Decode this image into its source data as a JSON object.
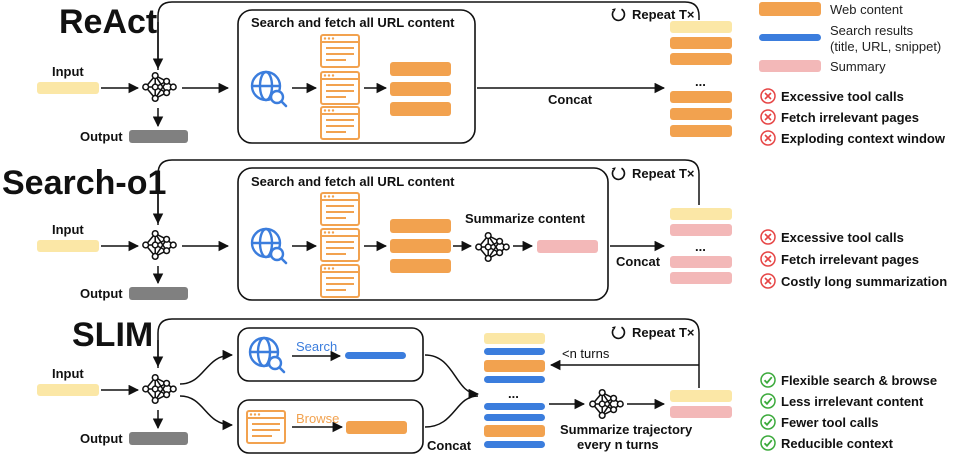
{
  "legend": {
    "web_content": "Web content",
    "search_results_line1": "Search results",
    "search_results_line2": "(title, URL, snippet)",
    "summary": "Summary"
  },
  "colors": {
    "orange": "#F2A24F",
    "blue": "#3B7DDD",
    "pink": "#F3B8B8",
    "yellow": "#FBE7A6",
    "gray": "#808080",
    "red": "#E64545",
    "green": "#3BAA3B"
  },
  "react": {
    "title": "ReAct",
    "input": "Input",
    "output": "Output",
    "box_title": "Search and fetch all URL content",
    "repeat": "Repeat T×",
    "concat": "Concat",
    "ellipsis": "...",
    "issues": [
      "Excessive tool calls",
      "Fetch irrelevant pages",
      "Exploding context window"
    ]
  },
  "search_o1": {
    "title": "Search-o1",
    "input": "Input",
    "output": "Output",
    "box_title": "Search and fetch all URL content",
    "summarize": "Summarize content",
    "repeat": "Repeat T×",
    "concat": "Concat",
    "ellipsis": "...",
    "issues": [
      "Excessive tool calls",
      "Fetch irrelevant pages",
      "Costly long summarization"
    ]
  },
  "slim": {
    "title": "SLIM",
    "input": "Input",
    "output": "Output",
    "search": "Search",
    "browse": "Browse",
    "concat": "Concat",
    "repeat": "Repeat T×",
    "n_turns": "<n turns",
    "ellipsis": "...",
    "summarize_line1": "Summarize trajectory",
    "summarize_line2": "every n turns",
    "benefits": [
      "Flexible search & browse",
      "Less irrelevant content",
      "Fewer tool calls",
      "Reducible context"
    ]
  }
}
